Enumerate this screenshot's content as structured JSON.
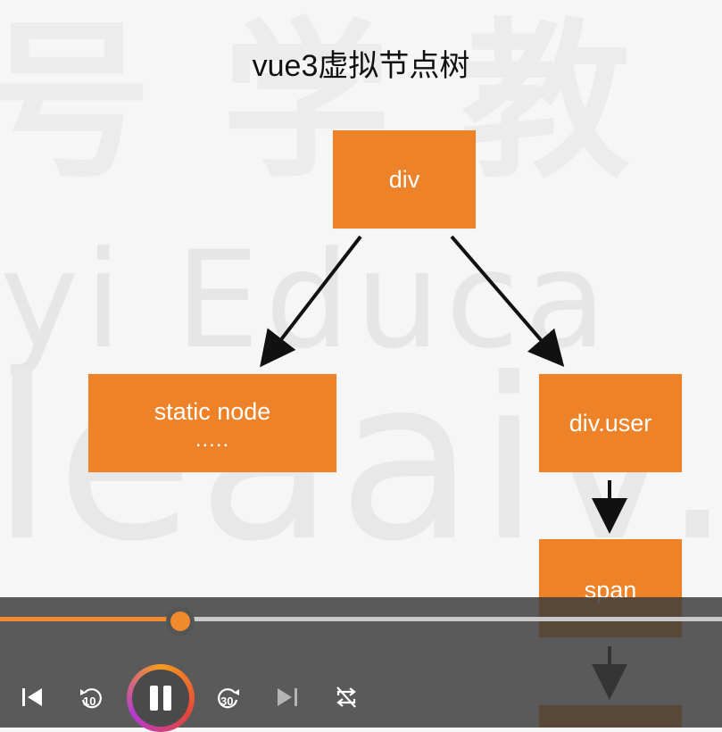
{
  "slide": {
    "title": "vue3虚拟节点树",
    "watermark_lines": [
      "号 学 教",
      "yi Educa",
      "leaaiv.c"
    ]
  },
  "tree": {
    "root": "div",
    "static_node": "static node",
    "static_node_more": ".....",
    "div_user": "div.user",
    "span": "span"
  },
  "player": {
    "progress": 0.25,
    "rewind_seconds": "10",
    "forward_seconds": "30",
    "state": "playing"
  },
  "colors": {
    "node_fill": "#ee8229",
    "accent": "#f08a2c",
    "player_bg": "#3c3c3c"
  }
}
